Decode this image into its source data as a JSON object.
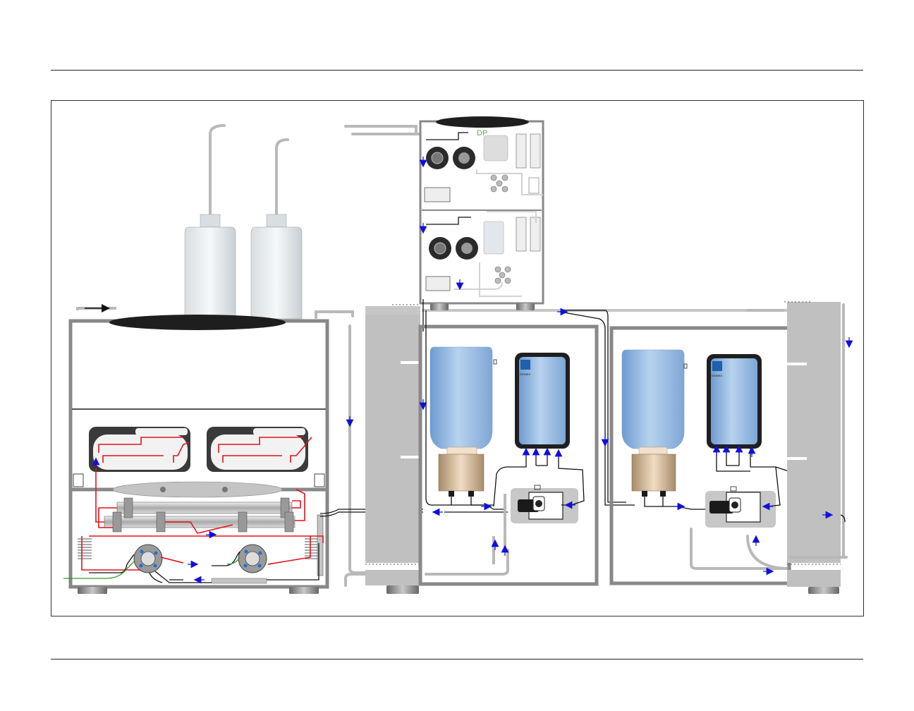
{
  "diagram": {
    "labels": {
      "module_badge": "DP",
      "brand_left": "DIONEX",
      "brand_right": "DIONEX"
    },
    "colors": {
      "tube_gray": "#b9b9b9",
      "flow_red": "#e0141c",
      "flow_black": "#111111",
      "flow_green": "#2e9a2e",
      "arrow_blue": "#1010dd",
      "bottle_blue": "#9ec0e4",
      "cabinet_gray": "#888888",
      "panel_gray": "#c0c0c0"
    },
    "icons": [
      "flow-arrow-icon",
      "pump-head-icon",
      "valve-icon",
      "bottle-icon",
      "cartridge-icon"
    ]
  }
}
